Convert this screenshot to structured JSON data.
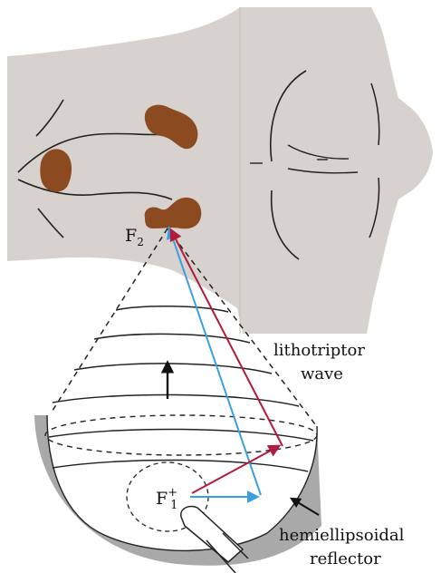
{
  "labels": {
    "focus2": "F",
    "focus2_sub": "2",
    "focus1": "F",
    "focus1_sub": "1",
    "focus1_sup": "+",
    "wave_line1": "lithotriptor",
    "wave_line2": "wave",
    "reflector_line1": "hemiellipsoidal",
    "reflector_line2": "reflector"
  },
  "colors": {
    "skin": "#d7d2cd",
    "organ": "#8b4a1f",
    "outline": "#222222",
    "reflector_rim": "#a9a9a9",
    "blue_ray": "#3a9fdf",
    "red_ray": "#b01b3e"
  }
}
